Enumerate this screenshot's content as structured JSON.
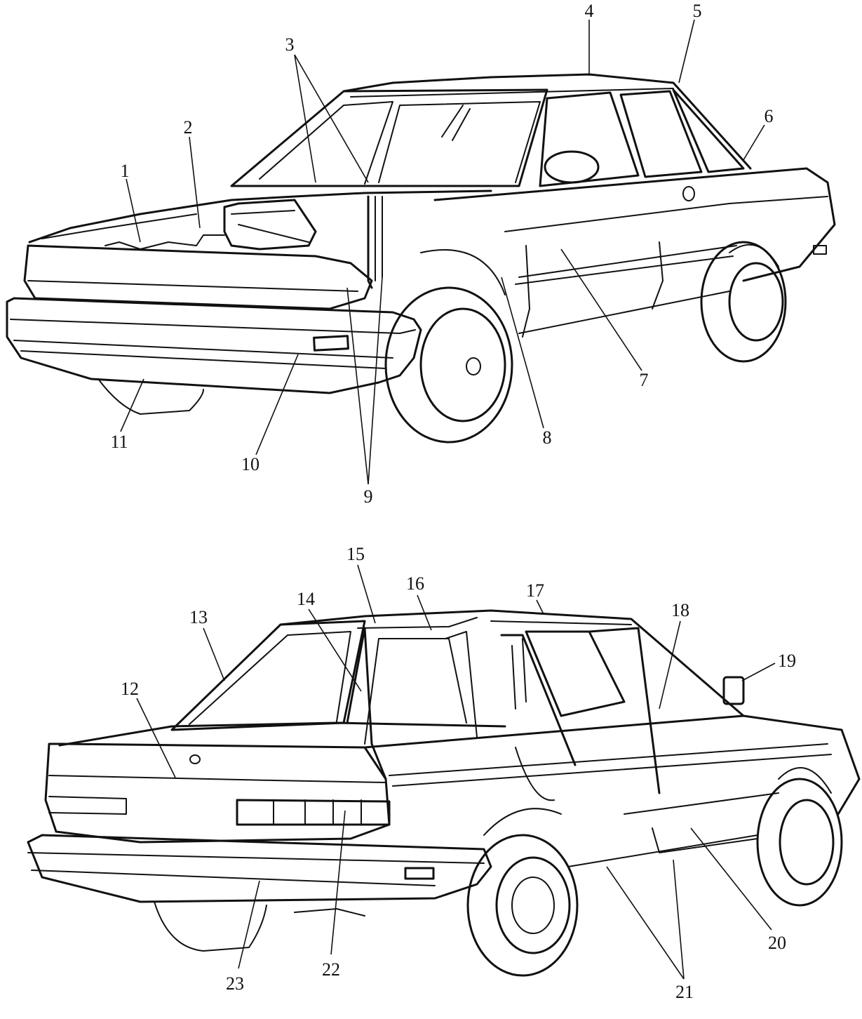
{
  "front_view": {
    "labels": [
      "1",
      "2",
      "3",
      "4",
      "5",
      "6",
      "7",
      "8",
      "9",
      "10",
      "11"
    ]
  },
  "rear_view": {
    "labels": [
      "12",
      "13",
      "14",
      "15",
      "16",
      "17",
      "18",
      "19",
      "20",
      "21",
      "22",
      "23"
    ]
  },
  "colors": {
    "line": "#111111",
    "background": "#ffffff"
  }
}
